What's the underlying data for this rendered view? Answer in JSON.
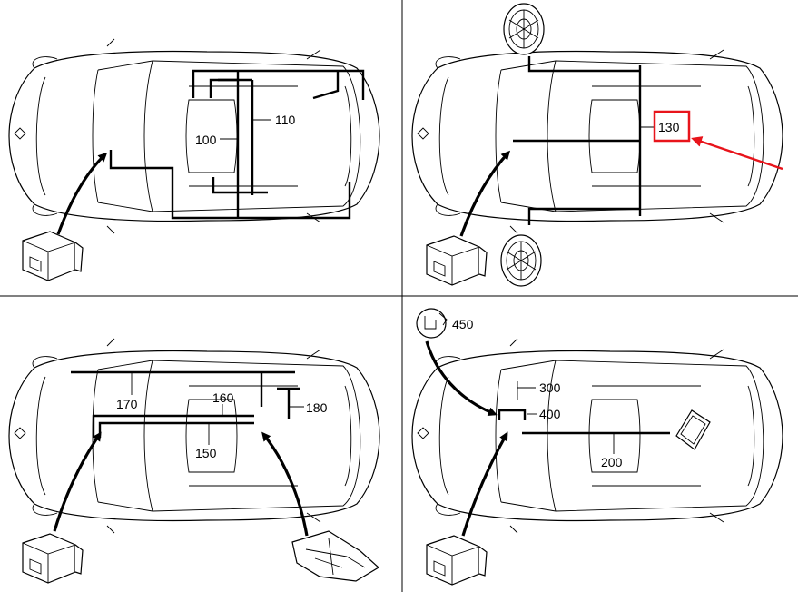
{
  "quadrants": {
    "top_left": {
      "labels": [
        "100",
        "110"
      ]
    },
    "top_right": {
      "labels": [
        "130"
      ],
      "highlight_color": "#e8141b"
    },
    "bottom_left": {
      "labels": [
        "170",
        "160",
        "180",
        "150"
      ]
    },
    "bottom_right": {
      "labels": [
        "450",
        "300",
        "400",
        "200"
      ]
    }
  }
}
